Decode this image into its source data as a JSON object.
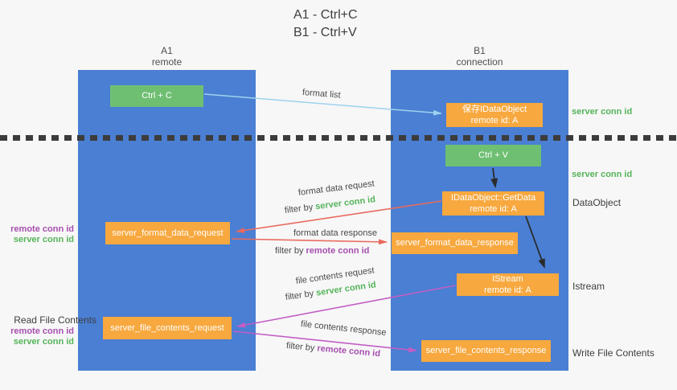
{
  "title": {
    "line1": "A1 - Ctrl+C",
    "line2": "B1 - Ctrl+V"
  },
  "columns": {
    "left": {
      "name": "A1",
      "role": "remote"
    },
    "right": {
      "name": "B1",
      "role": "connection"
    }
  },
  "nodes": {
    "ctrl_c": "Ctrl + C",
    "ctrl_v": "Ctrl + V",
    "save_idataobject": {
      "title": "保存IDataObject",
      "subtitle": "remote id: A"
    },
    "getdata": {
      "title": "IDataObject::GetData",
      "subtitle": "remote id: A"
    },
    "istream": {
      "title": "IStream",
      "subtitle": "remote id: A"
    },
    "format_request": "server_format_data_request",
    "format_response": "server_format_data_response",
    "file_request": "server_file_contents_request",
    "file_response": "server_file_contents_response"
  },
  "labels": {
    "format_list": "format list",
    "format_data_request": "format data request",
    "format_data_response": "format data response",
    "file_contents_request": "file contents request",
    "file_contents_response": "file contents response",
    "filter_by": "filter by",
    "server_conn_id": "server conn id",
    "remote_conn_id": "remote conn id",
    "dataobject": "DataObject",
    "istream": "Istream",
    "read_file_contents": "Read File Contents",
    "write_file_contents": "Write File Contents"
  },
  "colors": {
    "column_blue": "#4a7fd3",
    "box_green": "#6fbf73",
    "box_orange": "#f7a83e",
    "green_text": "#55b45a",
    "purple_text": "#a64fae",
    "arrow_red": "#e96a5f",
    "arrow_blue": "#9fd2ef",
    "arrow_purple": "#c25ec4",
    "arrow_black": "#2b2b2b",
    "dashed_line": "#3c3c3c",
    "label_text": "#4a4a4a",
    "background": "#f7f7f7"
  }
}
